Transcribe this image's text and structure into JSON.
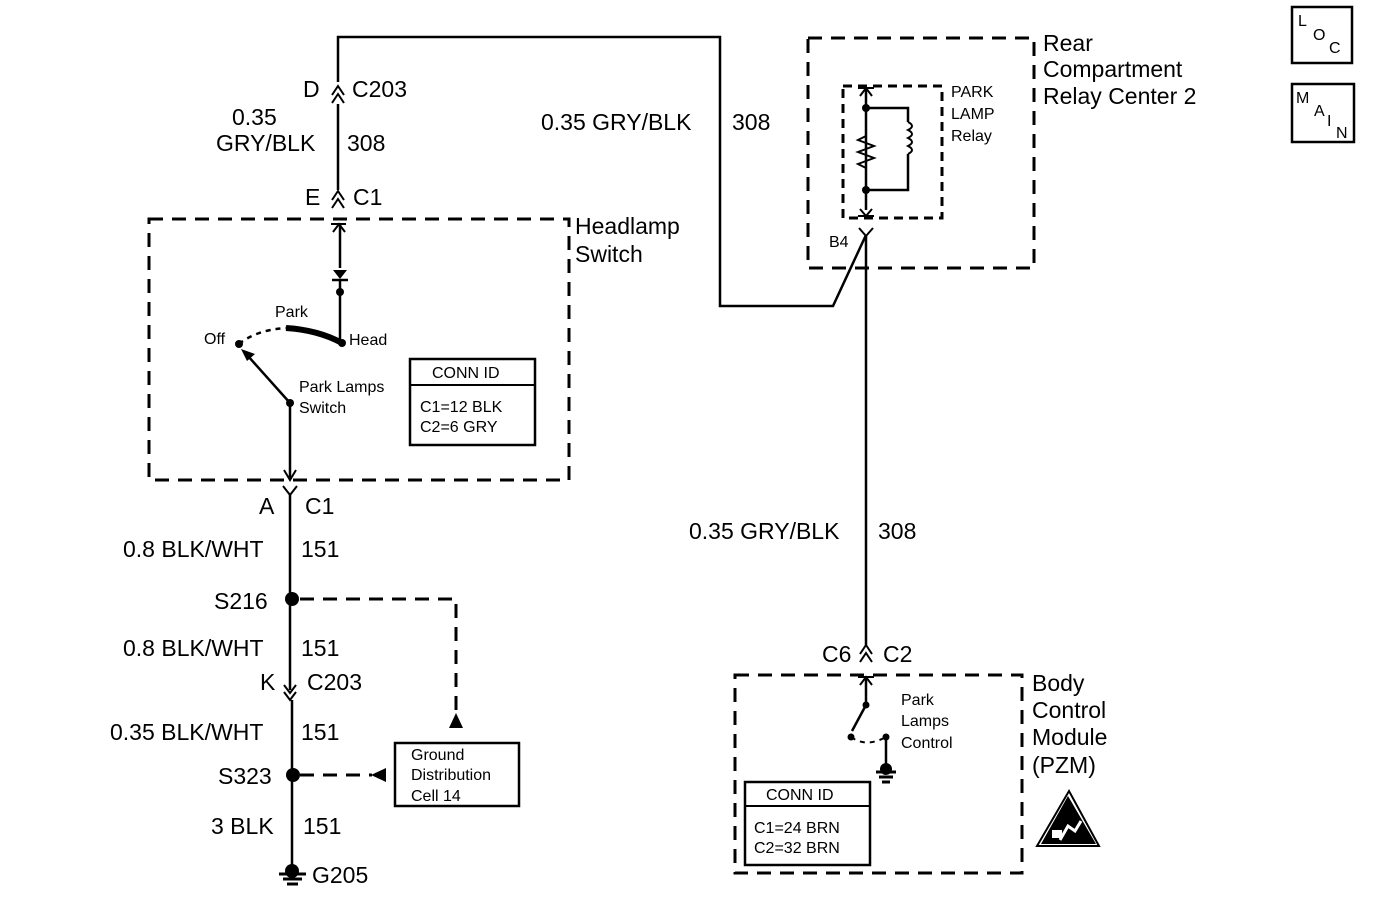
{
  "nav": {
    "loc": [
      "L",
      "O",
      "C"
    ],
    "main": [
      "M",
      "A",
      "I",
      "N"
    ]
  },
  "rear_relay_center": {
    "line1": "Rear",
    "line2": "Compartment",
    "line3": "Relay Center 2"
  },
  "park_lamp_relay": {
    "line1": "PARK",
    "line2": "LAMP",
    "line3": "Relay",
    "pin": "B4"
  },
  "headlamp_switch": {
    "line1": "Headlamp",
    "line2": "Switch",
    "positions": {
      "park": "Park",
      "head": "Head",
      "off": "Off"
    },
    "switch_label1": "Park Lamps",
    "switch_label2": "Switch",
    "conn_id": {
      "title": "CONN ID",
      "line1": "C1=12 BLK",
      "line2": "C2=6 GRY"
    }
  },
  "connectors": {
    "top_pin": "D",
    "top_conn": "C203",
    "e_pin": "E",
    "e_conn": "C1",
    "a_pin": "A",
    "a_conn": "C1",
    "k_pin": "K",
    "k_conn": "C203",
    "bcm_pin": "C6",
    "bcm_conn": "C2"
  },
  "wires": {
    "w_top_size": "0.35",
    "w_top_color": "GRY/BLK",
    "w_top_circuit": "308",
    "w_upper_label": "0.35 GRY/BLK",
    "w_upper_circuit": "308",
    "w_right_label": "0.35 GRY/BLK",
    "w_right_circuit": "308",
    "w1_label": "0.8 BLK/WHT",
    "w1_circuit": "151",
    "w2_label": "0.8 BLK/WHT",
    "w2_circuit": "151",
    "w3_label": "0.35 BLK/WHT",
    "w3_circuit": "151",
    "w4_label": "3 BLK",
    "w4_circuit": "151"
  },
  "splices": {
    "s1": "S216",
    "s2": "S323"
  },
  "ground": {
    "name": "G205"
  },
  "ground_dist": {
    "line1": "Ground",
    "line2": "Distribution",
    "line3": "Cell 14"
  },
  "bcm": {
    "line1": "Body",
    "line2": "Control",
    "line3": "Module",
    "line4": "(PZM)",
    "ctrl1": "Park",
    "ctrl2": "Lamps",
    "ctrl3": "Control",
    "conn_id": {
      "title": "CONN ID",
      "line1": "C1=24 BRN",
      "line2": "C2=32 BRN"
    }
  }
}
